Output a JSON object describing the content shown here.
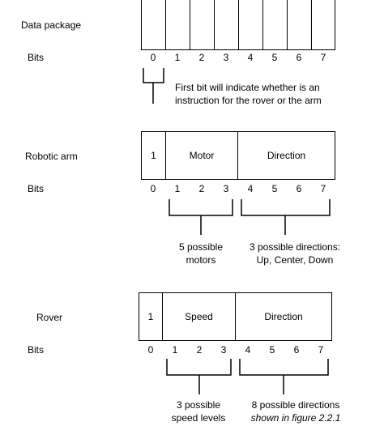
{
  "data_package": {
    "row_label": "Data package",
    "bits_label": "Bits",
    "bits": [
      "0",
      "1",
      "2",
      "3",
      "4",
      "5",
      "6",
      "7"
    ],
    "note_line1": "First bit will indicate whether is an",
    "note_line2": "instruction for the rover or the arm"
  },
  "robotic_arm": {
    "row_label": "Robotic arm",
    "bits_label": "Bits",
    "fields": {
      "flag": "1",
      "motor": "Motor",
      "direction": "Direction"
    },
    "bits": [
      "0",
      "1",
      "2",
      "3",
      "4",
      "5",
      "6",
      "7"
    ],
    "motors_note_line1": "5 possible",
    "motors_note_line2": "motors",
    "directions_note_line1": "3 possible directions:",
    "directions_note_line2": "Up, Center, Down"
  },
  "rover": {
    "row_label": "Rover",
    "bits_label": "Bits",
    "fields": {
      "flag": "1",
      "speed": "Speed",
      "direction": "Direction"
    },
    "bits": [
      "0",
      "1",
      "2",
      "3",
      "4",
      "5",
      "6",
      "7"
    ],
    "speed_note_line1": "3 possible",
    "speed_note_line2": "speed levels",
    "directions_note_line1": "8 possible directions",
    "directions_note_line2": "shown in figure 2.2.1"
  }
}
